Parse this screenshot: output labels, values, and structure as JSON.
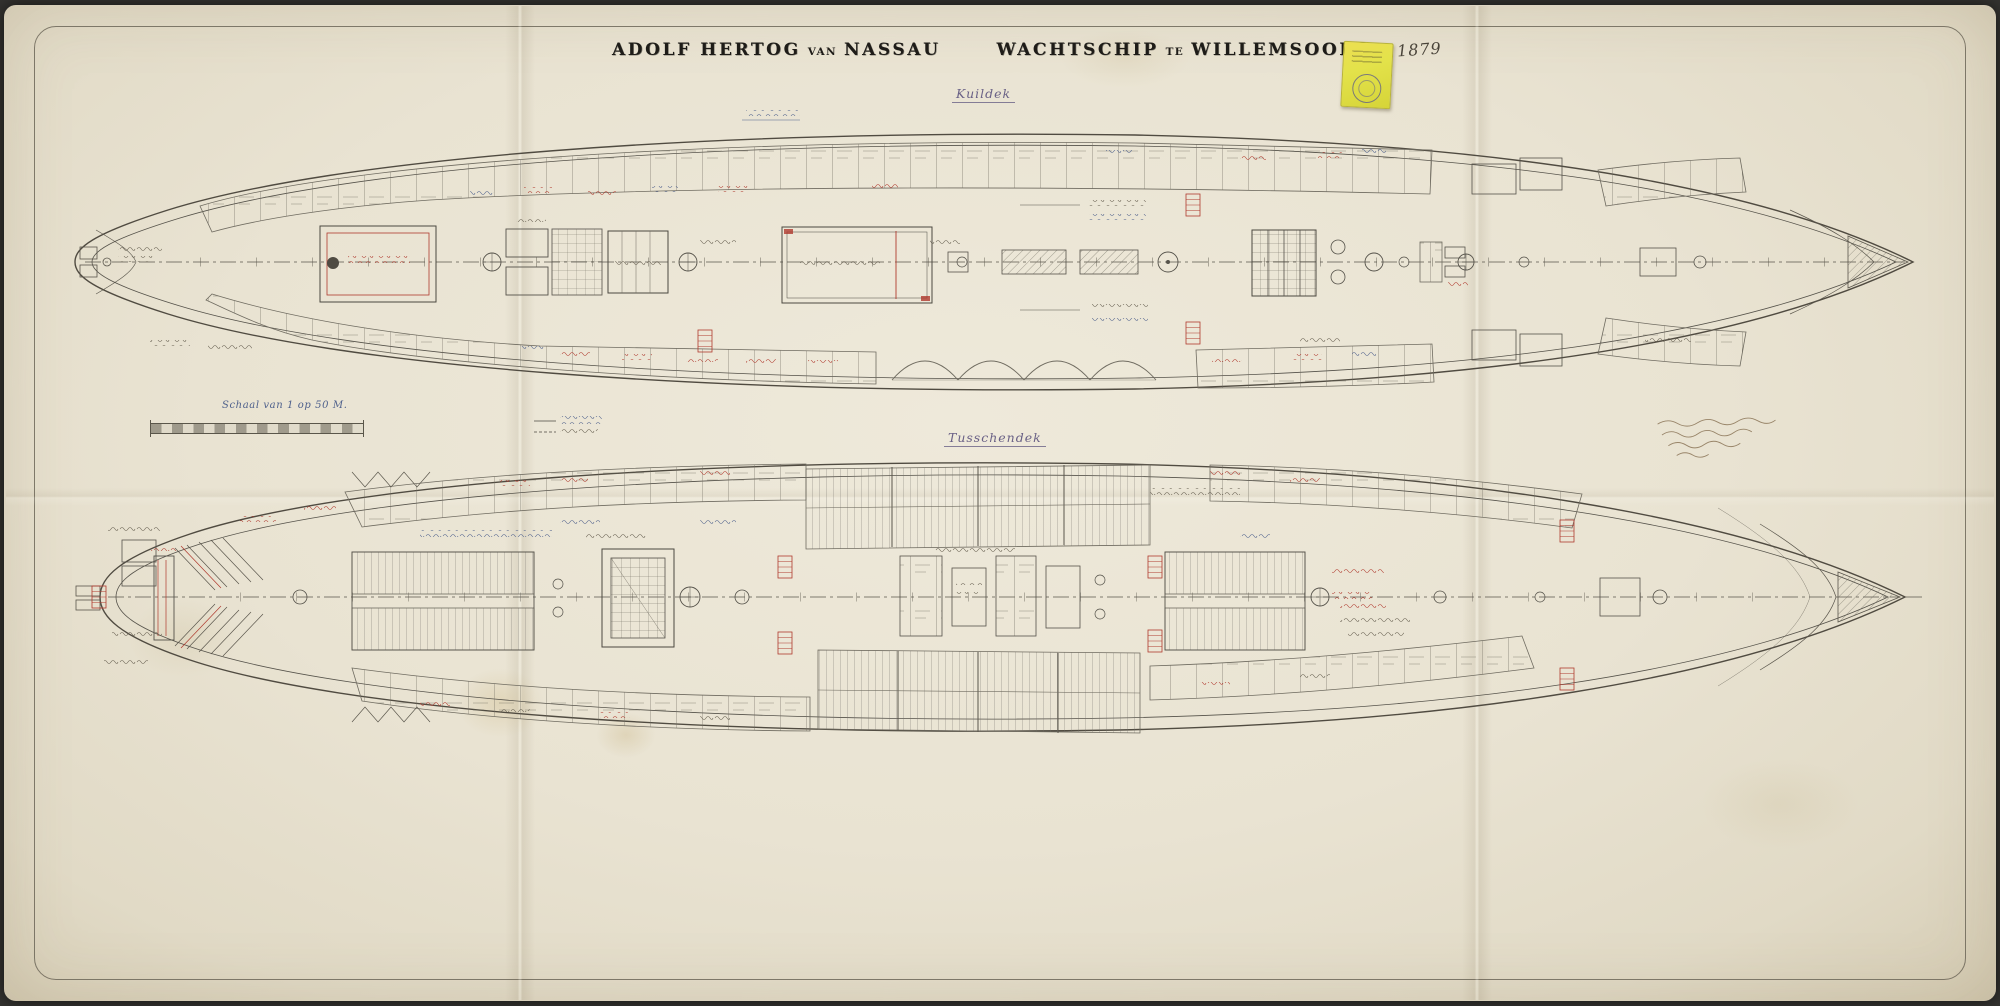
{
  "sheet": {
    "title": {
      "name_main": "ADOLF HERTOG",
      "name_small": "VAN",
      "name_main2": "NASSAU",
      "type_main": "WACHTSCHIP",
      "type_small": "TE",
      "type_main2": "WILLEMSOORD.",
      "year": "1879"
    },
    "deck_labels": {
      "upper": "Kuildek",
      "lower": "Tusschendek"
    },
    "scale_caption": "Schaal van 1 op 50 M.",
    "colors": {
      "paper": "#e9e3d2",
      "ink": "#4b4840",
      "accent_red": "#b03a2e",
      "accent_blue": "#47608c",
      "tag_yellow": "#e3e24a"
    }
  }
}
